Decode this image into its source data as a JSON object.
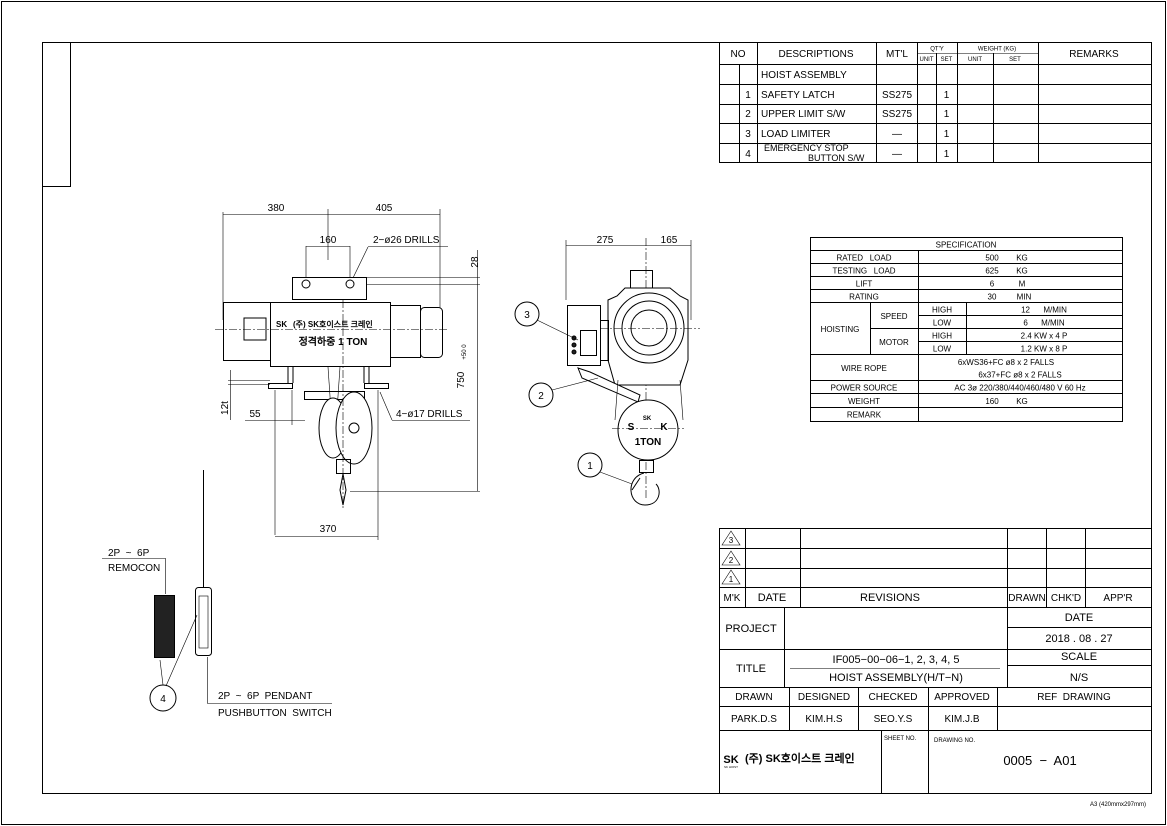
{
  "parts_list": {
    "headers": {
      "no": "NO",
      "descriptions": "DESCRIPTIONS",
      "material": "MT'L",
      "qty": "QT'Y",
      "qty_unit": "UNIT",
      "qty_set": "SET",
      "weight": "WEIGHT (KG)",
      "weight_unit": "UNIT",
      "weight_set": "SET",
      "remarks": "REMARKS"
    },
    "rows": [
      {
        "no": "",
        "desc": "HOIST ASSEMBLY",
        "mtl": "",
        "set": ""
      },
      {
        "no": "1",
        "desc": "SAFETY LATCH",
        "mtl": "SS275",
        "set": "1"
      },
      {
        "no": "2",
        "desc": "UPPER LIMIT S/W",
        "mtl": "SS275",
        "set": "1"
      },
      {
        "no": "3",
        "desc": "LOAD LIMITER",
        "mtl": "—",
        "set": "1"
      },
      {
        "no": "4",
        "desc": "EMERGENCY STOP",
        "desc2": "BUTTON S/W",
        "mtl": "—",
        "set": "1"
      }
    ]
  },
  "specification": {
    "title": "SPECIFICATION",
    "rated_load": {
      "label": "RATED   LOAD",
      "value": "500",
      "unit": "KG"
    },
    "testing_load": {
      "label": "TESTING   LOAD",
      "value": "625",
      "unit": "KG"
    },
    "lift": {
      "label": "LIFT",
      "value": "6",
      "unit": "M"
    },
    "rating": {
      "label": "RATING",
      "value": "30",
      "unit": "MIN"
    },
    "hoisting": {
      "label": "HOISTING",
      "speed": "SPEED",
      "motor": "MOTOR",
      "high": "HIGH",
      "low": "LOW",
      "speed_high": "12      M/MIN",
      "speed_low": "6      M/MIN",
      "motor_high": "2.4 KW x 4 P",
      "motor_low": "1.2 KW x 8 P"
    },
    "wire_rope": {
      "label": "WIRE ROPE",
      "line1": "6xWS36+FC ø8 x 2 FALLS",
      "line2": "6x37+FC ø8 x 2 FALLS"
    },
    "power_source": {
      "label": "POWER SOURCE",
      "value": "AC 3ø 220/380/440/460/480 V 60 Hz"
    },
    "weight": {
      "label": "WEIGHT",
      "value": "160",
      "unit": "KG"
    },
    "remark": {
      "label": "REMARK"
    }
  },
  "front_view": {
    "dim_380": "380",
    "dim_405": "405",
    "dim_160": "160",
    "drills_top": "2−ø26 DRILLS",
    "dim_28": "28",
    "dim_750": "750",
    "dim_750_tol": "+50 0",
    "dim_12t": "12t",
    "dim_55": "55",
    "drills_bottom": "4−ø17 DRILLS",
    "dim_370": "370",
    "plate_line1": "(주) SK호이스트 크레인",
    "plate_line2": "정격하중 1 TON",
    "plate_logo": "SK"
  },
  "side_view": {
    "dim_275": "275",
    "dim_165": "165",
    "block_s": "S",
    "block_k": "K",
    "block_ton": "1TON",
    "block_logo": "SK",
    "callouts": [
      "1",
      "2",
      "3"
    ]
  },
  "controls": {
    "remocon_line1": "2P  ~  6P",
    "remocon_line2": "REMOCON",
    "pendant_line1": "2P  ~  6P  PENDANT",
    "pendant_line2": "PUSHBUTTON  SWITCH",
    "callout": "4"
  },
  "title_block": {
    "rev_marks": [
      "3",
      "2",
      "1"
    ],
    "mk": "M'K",
    "date": "DATE",
    "revisions": "REVISIONS",
    "drawn": "DRAWN",
    "chkd": "CHK'D",
    "appr": "APP'R",
    "project_label": "PROJECT",
    "date_label": "DATE",
    "date_value": "2018 . 08 . 27",
    "title_label": "TITLE",
    "title_line1": "IF005−00−06−1, 2, 3, 4, 5",
    "title_line2": "HOIST ASSEMBLY(H/T−N)",
    "scale_label": "SCALE",
    "scale_value": "N/S",
    "sign_headers": [
      "DRAWN",
      "DESIGNED",
      "CHECKED",
      "APPROVED",
      "REF  DRAWING"
    ],
    "sign_values": [
      "PARK.D.S",
      "KIM.H.S",
      "SEO.Y.S",
      "KIM.J.B"
    ],
    "company_logo": "SK",
    "company_logo_sub": "SK HOIST",
    "company": "(주) SK호이스트 크레인",
    "sheet_no_label": "SHEET NO.",
    "drawing_no_label": "DRAWING NO.",
    "drawing_no": "0005  −  A01"
  },
  "paper_size": "A3 (420mmx297mm)"
}
